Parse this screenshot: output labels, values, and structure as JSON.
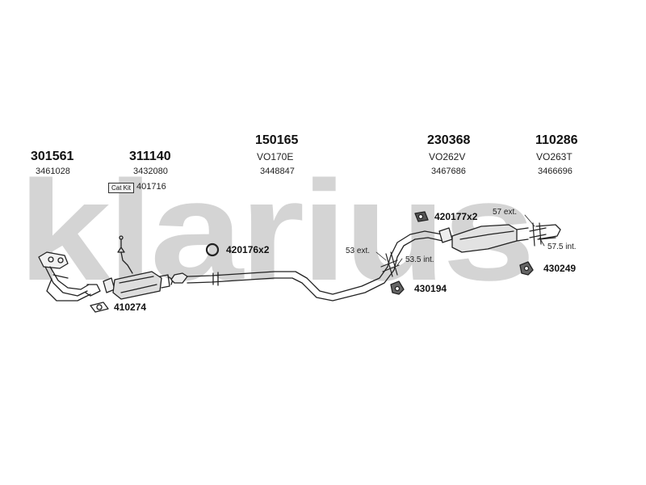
{
  "watermark": "klarius",
  "parts": {
    "p1": {
      "number": "301561",
      "oe": "3461028"
    },
    "p2": {
      "number": "311140",
      "oe": "3432080",
      "catkit_label": "Cat Kit",
      "catkit_number": "401716"
    },
    "p3": {
      "number": "150165",
      "code": "VO170E",
      "oe": "3448847"
    },
    "p4": {
      "number": "230368",
      "code": "VO262V",
      "oe": "3467686"
    },
    "p5": {
      "number": "110286",
      "code": "VO263T",
      "oe": "3466696"
    }
  },
  "accessories": {
    "a410274": "410274",
    "a420176": "420176x2",
    "a420177": "420177x2",
    "a430194": "430194",
    "a430249": "430249"
  },
  "dimensions": {
    "d53ext": "53 ext.",
    "d535int": "53.5 int.",
    "d57ext": "57 ext.",
    "d575int": "57.5 int."
  }
}
